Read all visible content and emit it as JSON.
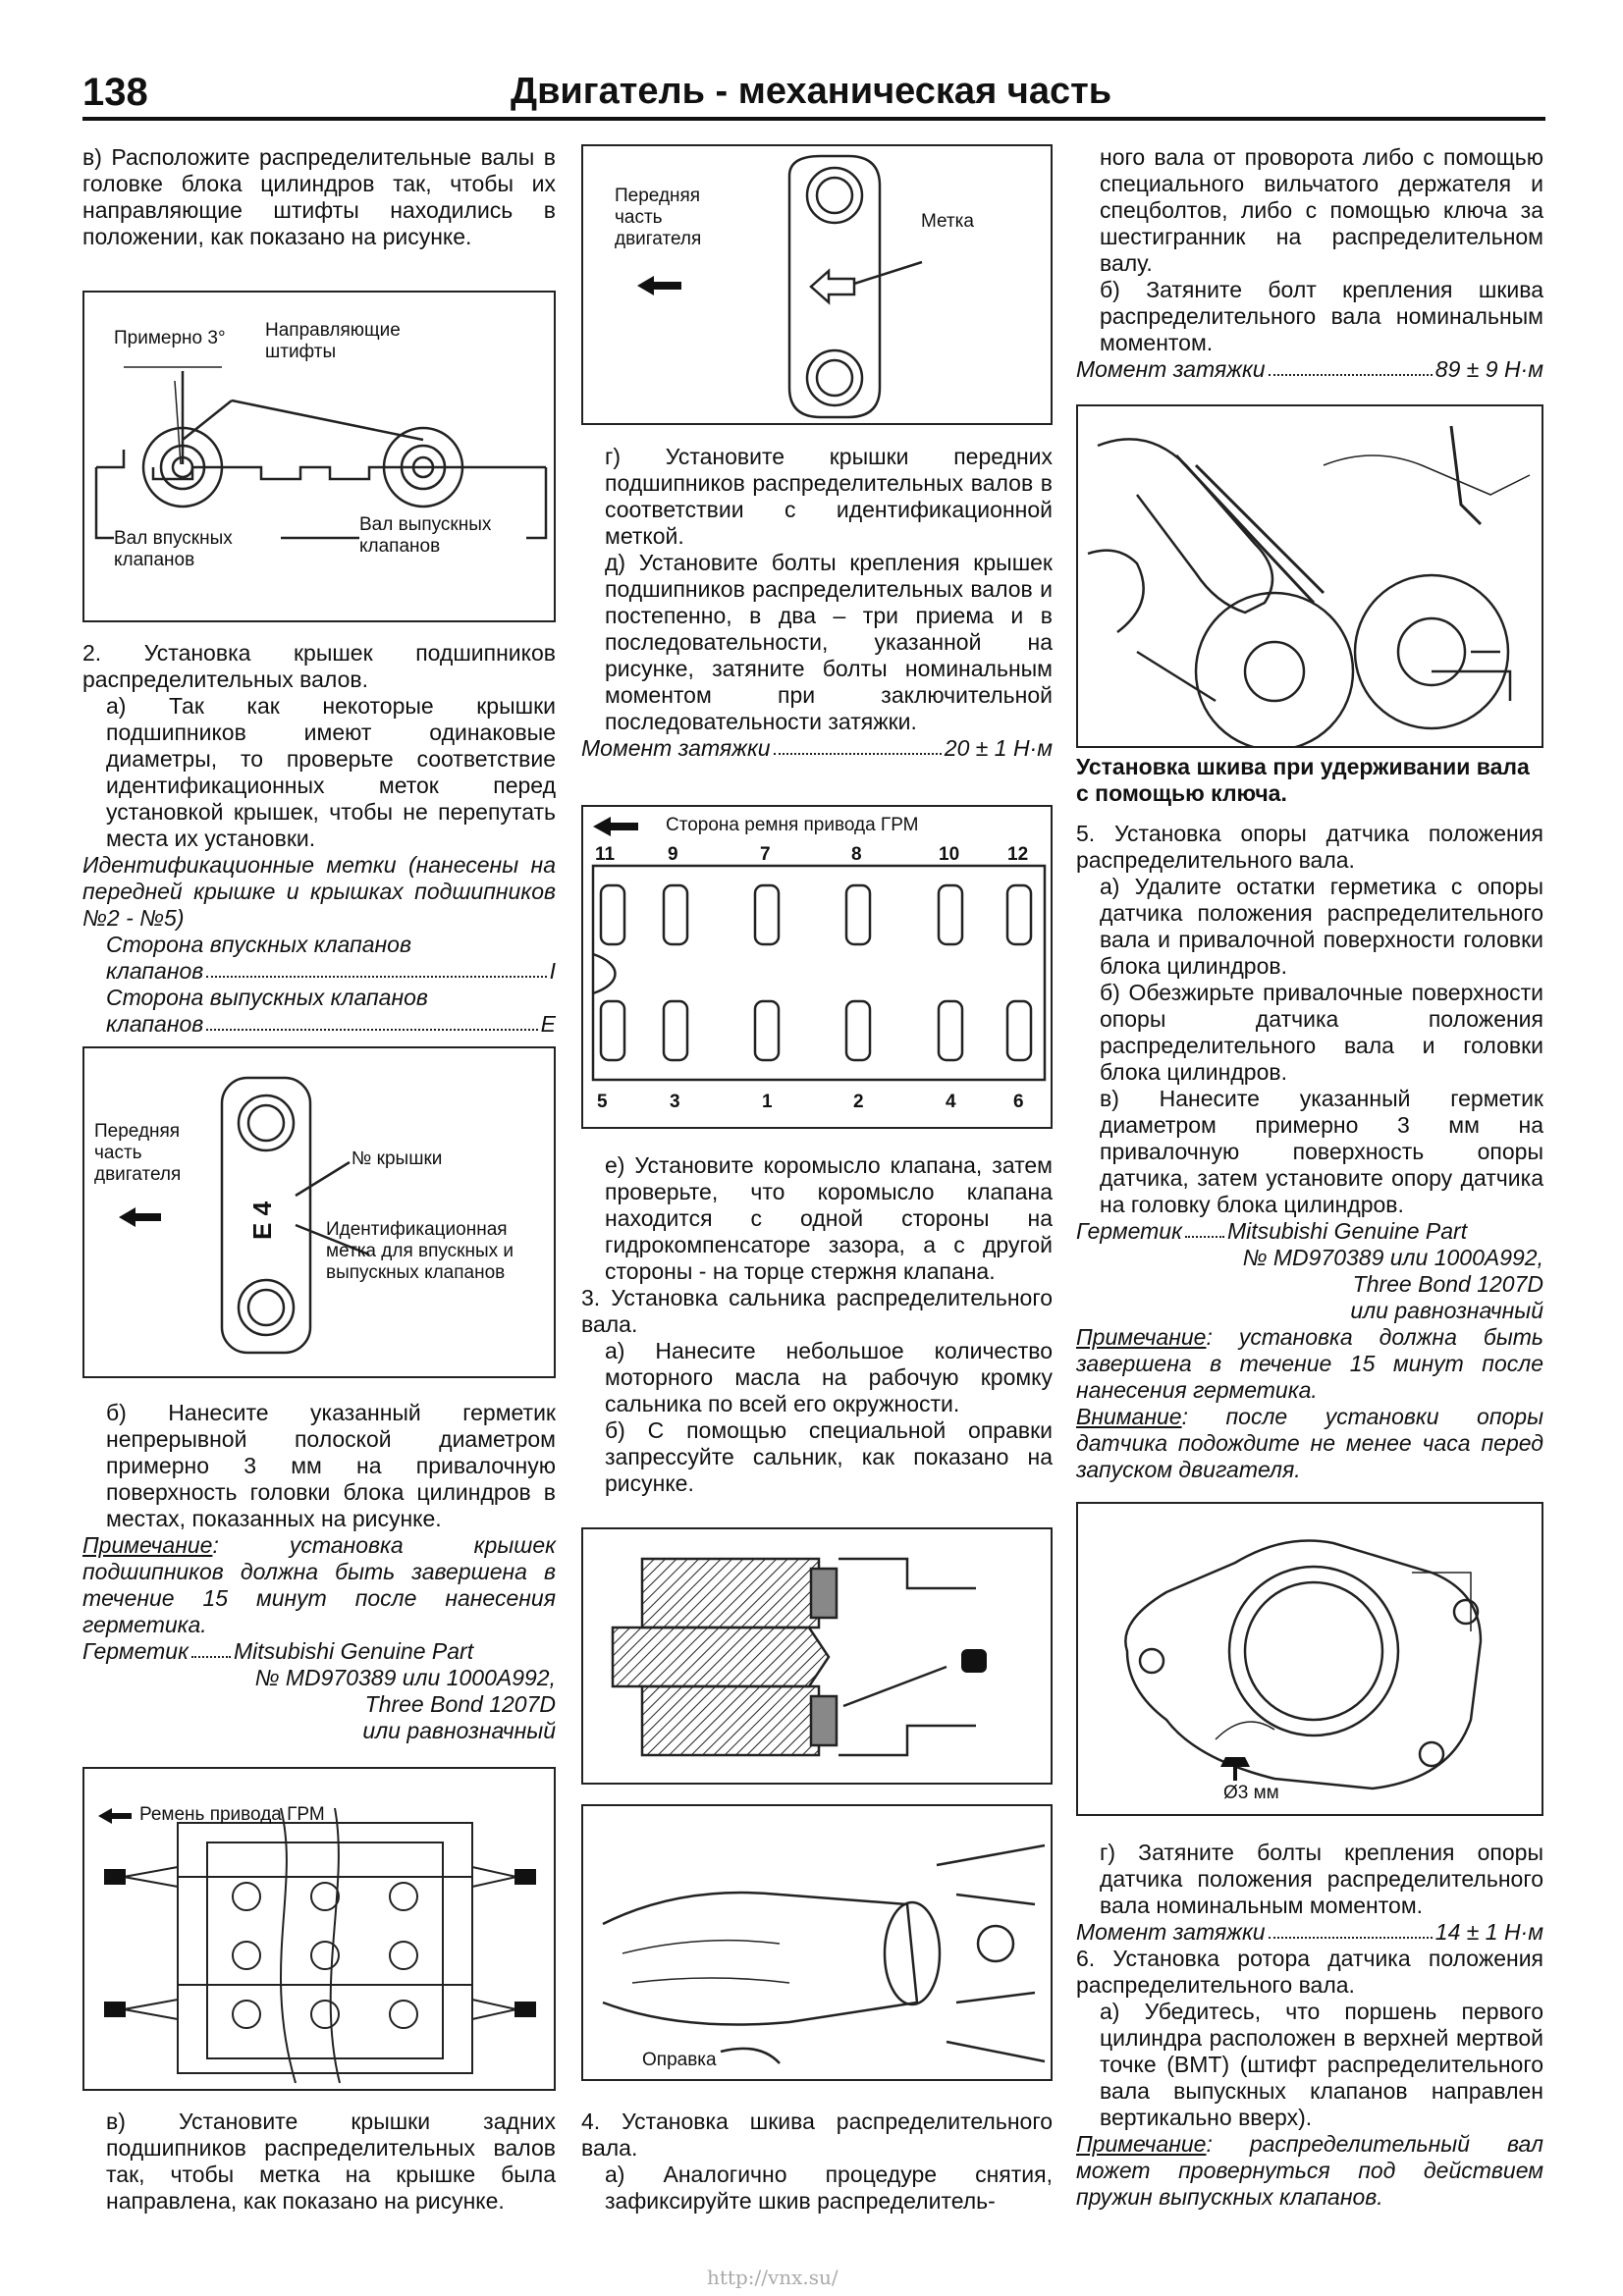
{
  "header": {
    "page_number": "138",
    "title": "Двигатель - механическая часть"
  },
  "col1": {
    "p_v": "в) Расположите распределительные валы в головке блока цилиндров так, чтобы их направляющие штифты находились в положении, как показано на рисунке.",
    "fig1": {
      "approx": "Примерно 3°",
      "pins": "Направляющие штифты",
      "intake": "Вал впускных клапанов",
      "exhaust": "Вал выпускных клапанов"
    },
    "p_2": "2. Установка крышек подшипников распределительных валов.",
    "p_2a": "а) Так как некоторые крышки подшипников имеют одинаковые диаметры, то проверьте соответствие идентификационных меток перед установкой крышек, чтобы не перепутать места их установки.",
    "id_marks": "Идентификационные метки (нанесены на передней крышке и крышках подшипников №2 - №5)",
    "intake_side_label": "Сторона впускных клапанов",
    "intake_side_value": "I",
    "exhaust_side_label": "Сторона выпускных клапанов",
    "exhaust_side_value": "E",
    "fig2": {
      "front": "Передняя часть двигателя",
      "cap_no": "№ крышки",
      "mark": "Е 4",
      "id_mark": "Идентификационная метка для впускных и выпускных клапанов"
    },
    "p_b": "б) Нанесите указанный герметик непрерывной полоской диаметром примерно 3 мм на привалочную поверхность головки блока цилиндров в местах, показанных на рисунке.",
    "note_label": "Примечание",
    "note_text": ": установка крышек подшипников должна быть завершена в течение 15 минут после нанесения герметика.",
    "sealant_label": "Герметик",
    "sealant_lines": [
      "Mitsubishi Genuine Part",
      "№ MD970389 или 1000A992,",
      "Three Bond 1207D",
      "или равнозначный"
    ],
    "fig3": {
      "belt": "Ремень привода ГРМ"
    },
    "p_v2": "в) Установите крышки задних подшипников распределительных валов так, чтобы метка на крышке была направлена, как показано на рисунке."
  },
  "col2": {
    "fig4": {
      "front": "Передняя часть двигателя",
      "mark": "Метка"
    },
    "p_g": "г) Установите крышки передних подшипников распределительных валов в соответствии с идентификационной меткой.",
    "p_d": "д) Установите болты крепления крышек подшипников распределительных валов и постепенно, в два – три приема и в последовательности, указанной на рисунке, затяните болты номинальным моментом при заключительной последовательности затяжки.",
    "torque_label": "Момент затяжки",
    "torque_value": "20 ± 1 Н·м",
    "fig5": {
      "side": "Сторона ремня привода ГРМ",
      "top_nums": [
        "11",
        "9",
        "7",
        "8",
        "10",
        "12"
      ],
      "bottom_nums": [
        "5",
        "3",
        "1",
        "2",
        "4",
        "6"
      ]
    },
    "p_e": "е) Установите коромысло клапана, затем проверьте, что коромысло клапана находится с одной стороны на гидрокомпенсаторе зазора, а с другой стороны - на торце стержня клапана.",
    "p_3": "3. Установка сальника распределительного вала.",
    "p_3a": "а) Нанесите небольшое количество моторного масла на рабочую кромку сальника по всей его окружности.",
    "p_3b": "б) С помощью специальной оправки запрессуйте сальник, как показано на рисунке.",
    "fig7": {
      "tool": "Оправка"
    },
    "p_4": "4. Установка шкива распределительного вала.",
    "p_4a": "а) Аналогично процедуре снятия, зафиксируйте шкив распределитель-"
  },
  "col3": {
    "p_cont": "ного вала от проворота либо с помощью специального вильчатого держателя и спецболтов, либо с помощью ключа за шестигранник на распределительном валу.",
    "p_b": "б) Затяните болт крепления шкива распределительного вала номинальным моментом.",
    "torque_label": "Момент затяжки",
    "torque_value": "89 ± 9 Н·м",
    "fig8_caption": "Установка шкива при удерживании вала с помощью ключа.",
    "p_5": "5. Установка опоры датчика положения распределительного вала.",
    "p_5a": "а) Удалите остатки герметика с опоры датчика положения распределительного вала и привалочной поверхности головки блока цилиндров.",
    "p_5b": "б) Обезжирьте привалочные поверхности опоры датчика положения распределительного вала и головки блока цилиндров.",
    "p_5v": "в) Нанесите указанный герметик диаметром примерно 3 мм на привалочную поверхность опоры датчика, затем установите опору датчика на головку блока цилиндров.",
    "sealant_label": "Герметик",
    "sealant_lines": [
      "Mitsubishi Genuine Part",
      "№ MD970389 или 1000A992,",
      "Three Bond 1207D",
      "или равнозначный"
    ],
    "note_label": "Примечание",
    "note_text": ": установка должна быть завершена в течение 15 минут после нанесения герметика.",
    "warn_label": "Внимание",
    "warn_text": ": после установки опоры датчика подождите не менее часа перед запуском двигателя.",
    "fig9": {
      "dia": "Ø3 мм"
    },
    "p_g": "г) Затяните болты крепления опоры датчика положения распределительного вала номинальным моментом.",
    "torque2_label": "Момент затяжки",
    "torque2_value": "14 ± 1 Н·м",
    "p_6": "6. Установка ротора датчика положения распределительного вала.",
    "p_6a": "а) Убедитесь, что поршень первого цилиндра расположен в верхней мертвой точке (ВМТ) (штифт распределительного вала выпускных клапанов направлен вертикально вверх).",
    "note2_label": "Примечание",
    "note2_text": ": распределительный вал может провернуться под действием пружин выпускных клапанов."
  },
  "footer": {
    "url": "http://vnx.su/"
  }
}
